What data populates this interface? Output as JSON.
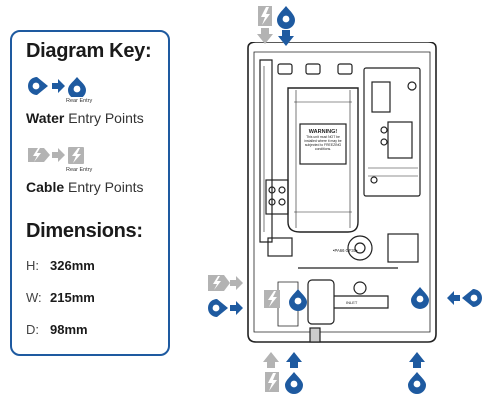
{
  "key": {
    "title": "Diagram Key:",
    "rear_entry_water": "Rear Entry",
    "rear_entry_cable": "Rear Entry",
    "water_label": {
      "bold": "Water",
      "rest": "Entry Points"
    },
    "cable_label": {
      "bold": "Cable",
      "rest": "Entry Points"
    }
  },
  "dimensions": {
    "title": "Dimensions:",
    "rows": [
      {
        "label": "H:",
        "value": "326mm"
      },
      {
        "label": "W:",
        "value": "215mm"
      },
      {
        "label": "D:",
        "value": "98mm"
      }
    ]
  },
  "unit": {
    "warning_title": "WARNING!",
    "warning_body": "This unit must NOT be installed where it may be subjected to FREEZING conditions.",
    "knob_label": "•PA66 GF30•",
    "inlet_label": "INLET"
  },
  "colors": {
    "accent": "#1e5aa0",
    "cable_grey": "#b3b3b3",
    "line": "#222222"
  },
  "icons": [
    "water-drop-icon",
    "cable-bolt-icon",
    "arrow-icon"
  ]
}
